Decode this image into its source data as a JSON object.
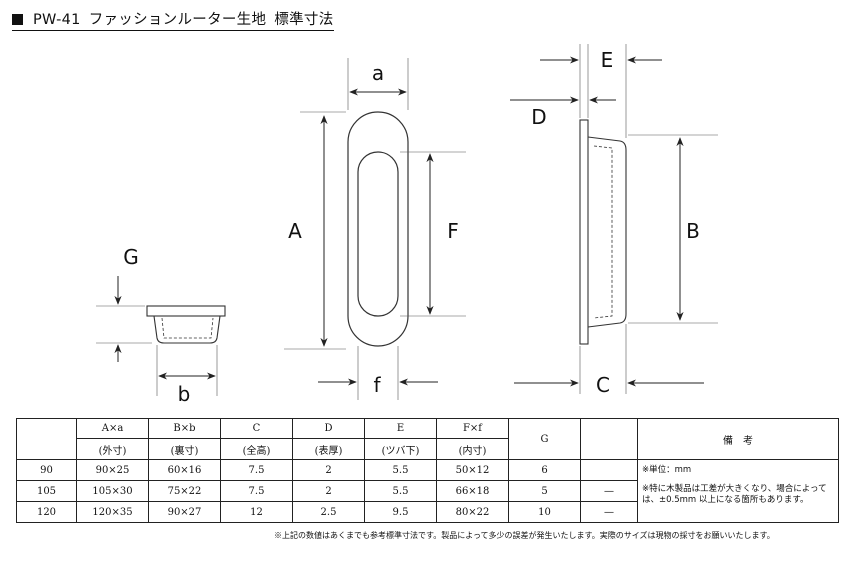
{
  "title": {
    "model": "PW-41",
    "name": "ファッションルーター生地",
    "subtitle": "標準寸法"
  },
  "dimension_labels": {
    "a": "a",
    "A": "A",
    "F": "F",
    "f": "f",
    "E": "E",
    "D": "D",
    "B": "B",
    "C": "C",
    "G": "G",
    "b": "b"
  },
  "table": {
    "headers": [
      {
        "top": "A×a",
        "bottom": "(外寸)"
      },
      {
        "top": "B×b",
        "bottom": "(裏寸)"
      },
      {
        "top": "C",
        "bottom": "(全高)"
      },
      {
        "top": "D",
        "bottom": "(表厚)"
      },
      {
        "top": "E",
        "bottom": "(ツバ下)"
      },
      {
        "top": "F×f",
        "bottom": "(内寸)"
      }
    ],
    "header_g": "G",
    "header_notes": "備　考",
    "rows": [
      {
        "size": "90",
        "Aa": "90×25",
        "Bb": "60×16",
        "C": "7.5",
        "D": "2",
        "E": "5.5",
        "Ff": "50×12",
        "G": "6",
        "extra": ""
      },
      {
        "size": "105",
        "Aa": "105×30",
        "Bb": "75×22",
        "C": "7.5",
        "D": "2",
        "E": "5.5",
        "Ff": "66×18",
        "G": "5",
        "extra": "—"
      },
      {
        "size": "120",
        "Aa": "120×35",
        "Bb": "90×27",
        "C": "12",
        "D": "2.5",
        "E": "9.5",
        "Ff": "80×22",
        "G": "10",
        "extra": "—"
      }
    ],
    "notes": [
      "※単位：mm",
      "※特に木製品は工差が大きくなり、場合によっては、±0.5mm 以上になる箇所もあります。"
    ]
  },
  "footnote": "※上記の数値はあくまでも参考標準寸法です。製品によって多少の誤差が発生いたします。実際のサイズは現物の採寸をお願いいたします。"
}
